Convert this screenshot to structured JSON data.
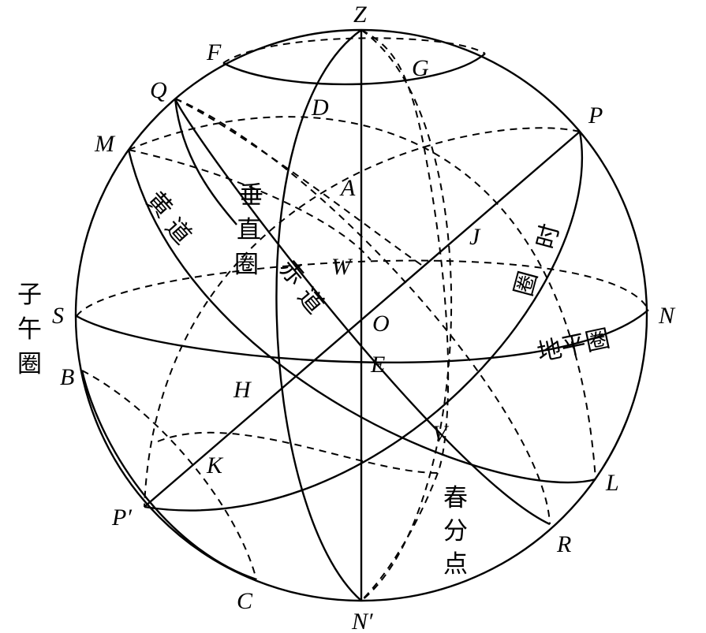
{
  "points": {
    "Z": "Z",
    "F": "F",
    "G": "G",
    "Q": "Q",
    "D": "D",
    "P": "P",
    "M": "M",
    "A": "A",
    "J": "J",
    "W": "W",
    "S": "S",
    "O": "O",
    "N": "N",
    "E": "E",
    "B": "B",
    "H": "H",
    "V": "V",
    "K": "K",
    "L": "L",
    "P_prime": "P′",
    "R": "R",
    "C": "C",
    "N_prime": "N′"
  },
  "circles": {
    "ecliptic": [
      "黄",
      "道"
    ],
    "vertical_circle": [
      "垂",
      "直",
      "圈"
    ],
    "equator": [
      "赤",
      "道"
    ],
    "hour_circle": [
      "时",
      "圈"
    ],
    "horizon": "地平圈",
    "meridian": [
      "子",
      "午",
      "圈"
    ],
    "vernal_equinox": [
      "春",
      "分",
      "点"
    ]
  }
}
